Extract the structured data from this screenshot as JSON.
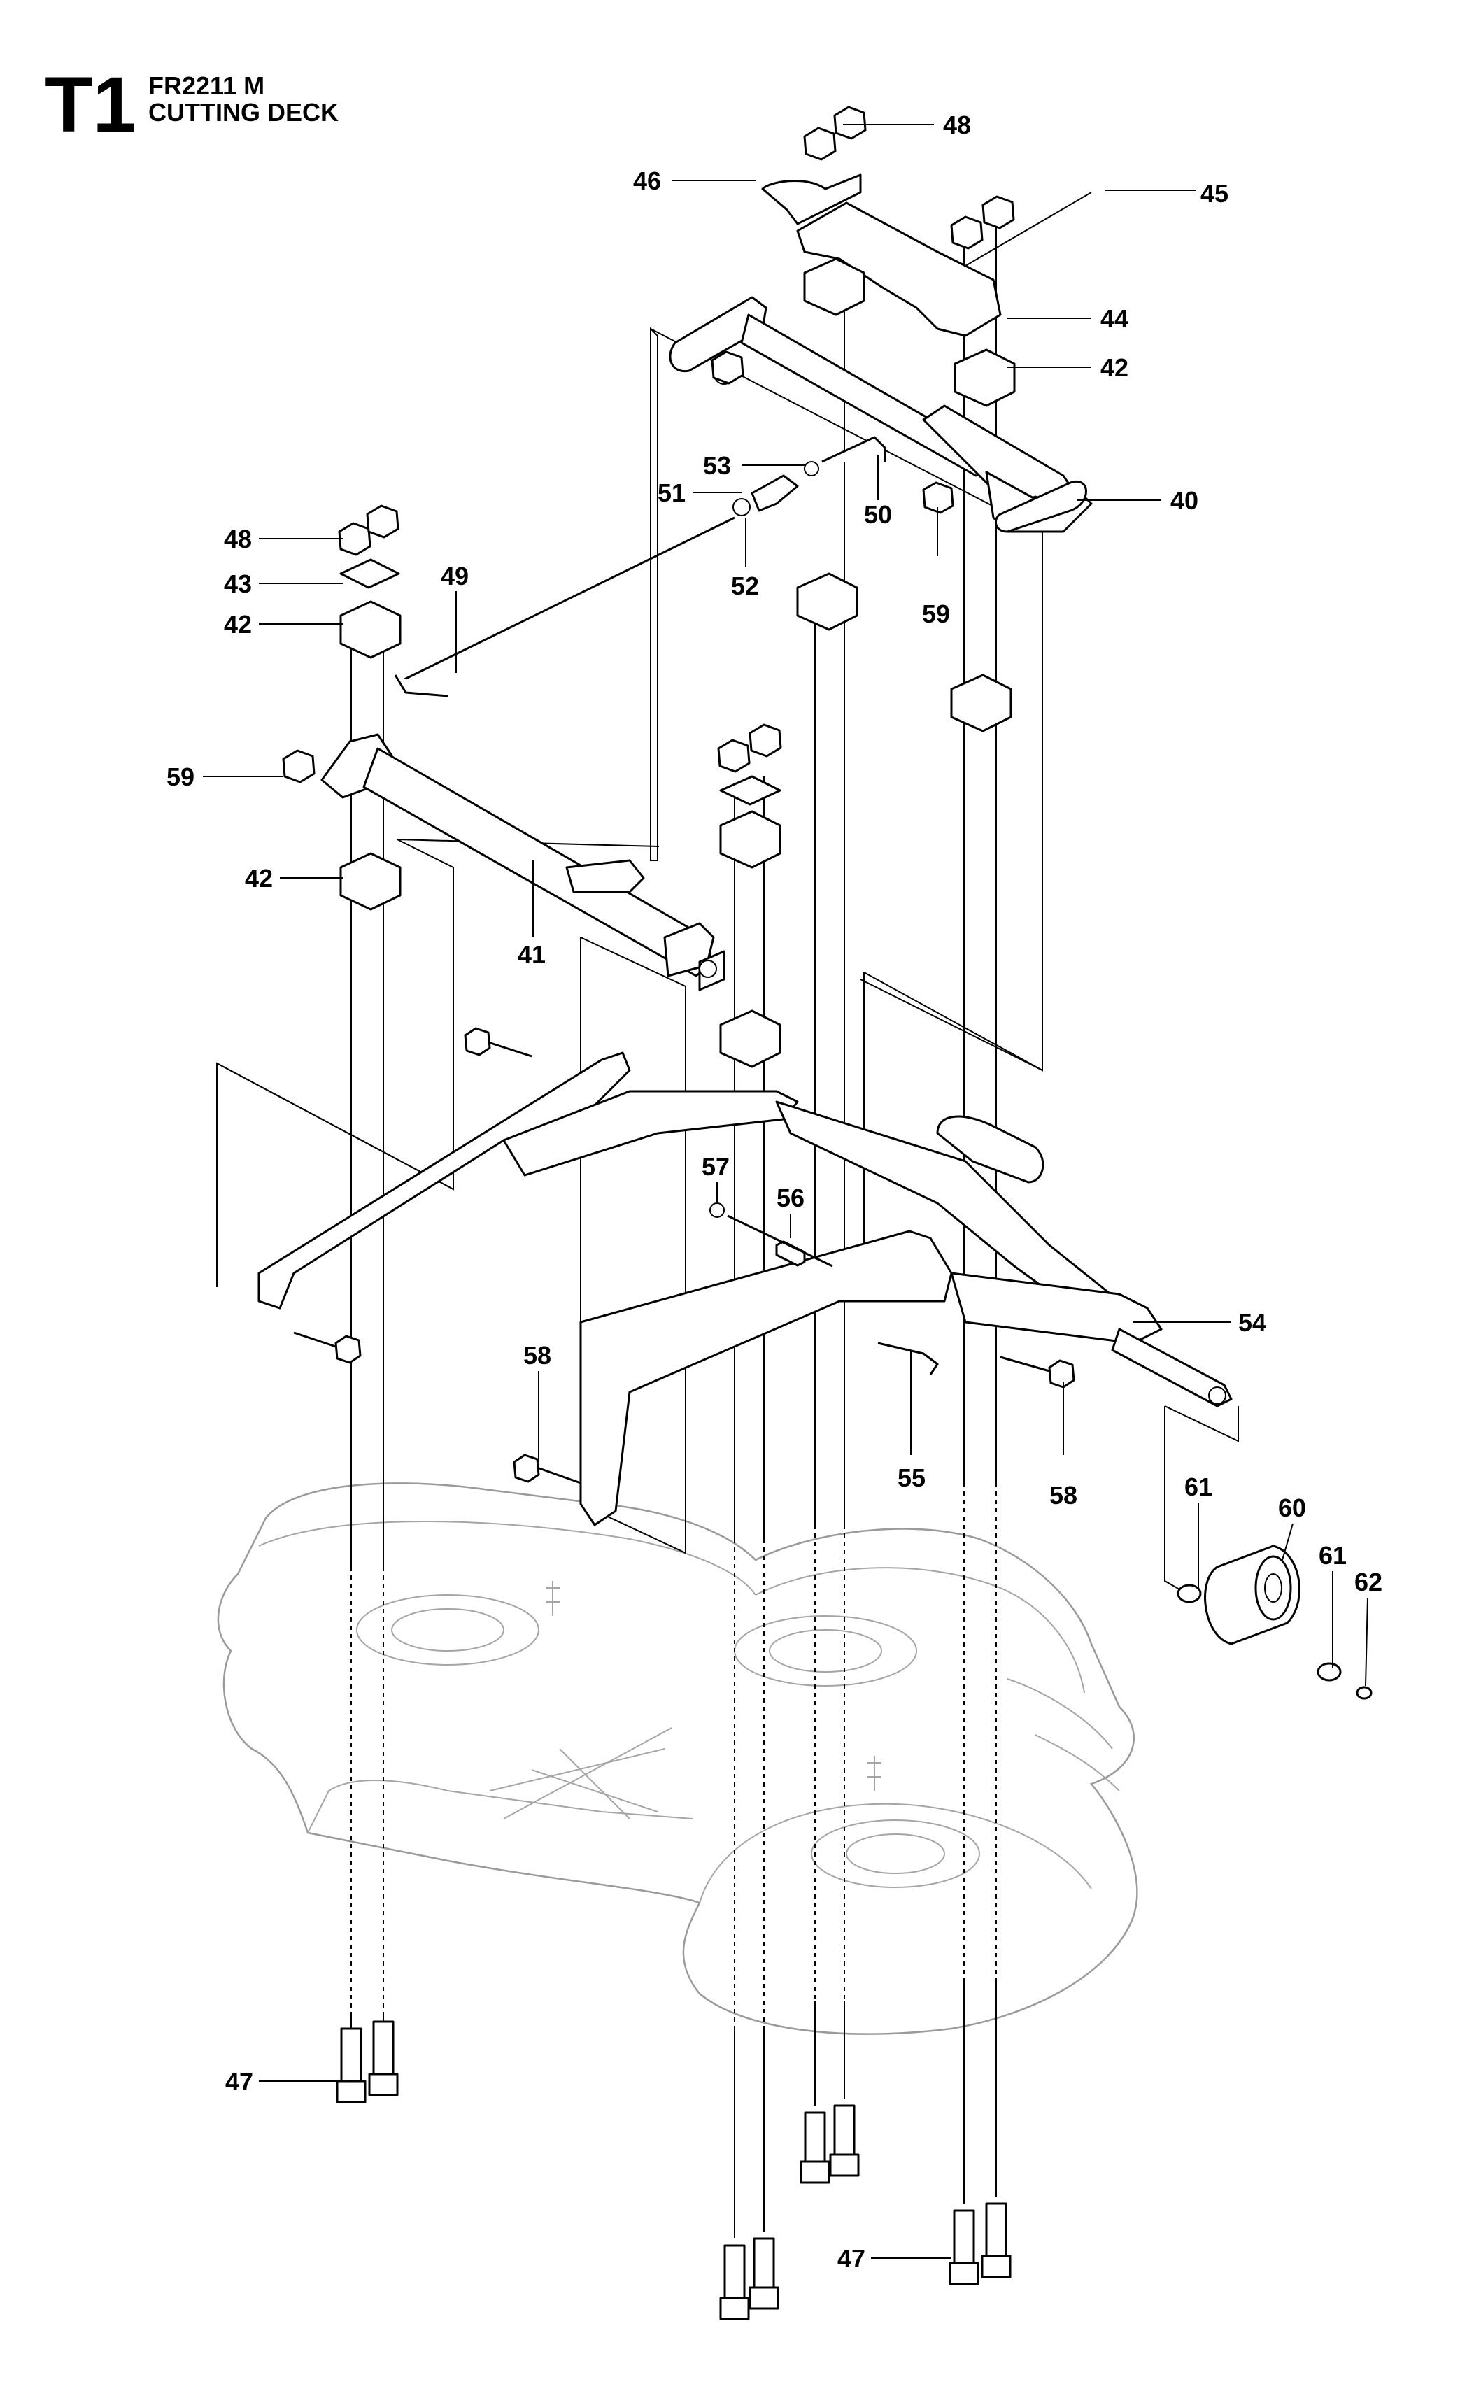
{
  "header": {
    "section_code": "T1",
    "model": "FR2211 M",
    "title": "CUTTING DECK"
  },
  "callouts": [
    {
      "label": "48"
    },
    {
      "label": "46"
    },
    {
      "label": "45"
    },
    {
      "label": "44"
    },
    {
      "label": "42"
    },
    {
      "label": "53"
    },
    {
      "label": "51"
    },
    {
      "label": "50"
    },
    {
      "label": "40"
    },
    {
      "label": "48"
    },
    {
      "label": "43"
    },
    {
      "label": "42"
    },
    {
      "label": "49"
    },
    {
      "label": "52"
    },
    {
      "label": "59"
    },
    {
      "label": "59"
    },
    {
      "label": "42"
    },
    {
      "label": "41"
    },
    {
      "label": "57"
    },
    {
      "label": "56"
    },
    {
      "label": "54"
    },
    {
      "label": "58"
    },
    {
      "label": "55"
    },
    {
      "label": "58"
    },
    {
      "label": "61"
    },
    {
      "label": "60"
    },
    {
      "label": "61"
    },
    {
      "label": "62"
    },
    {
      "label": "47"
    },
    {
      "label": "47"
    }
  ]
}
